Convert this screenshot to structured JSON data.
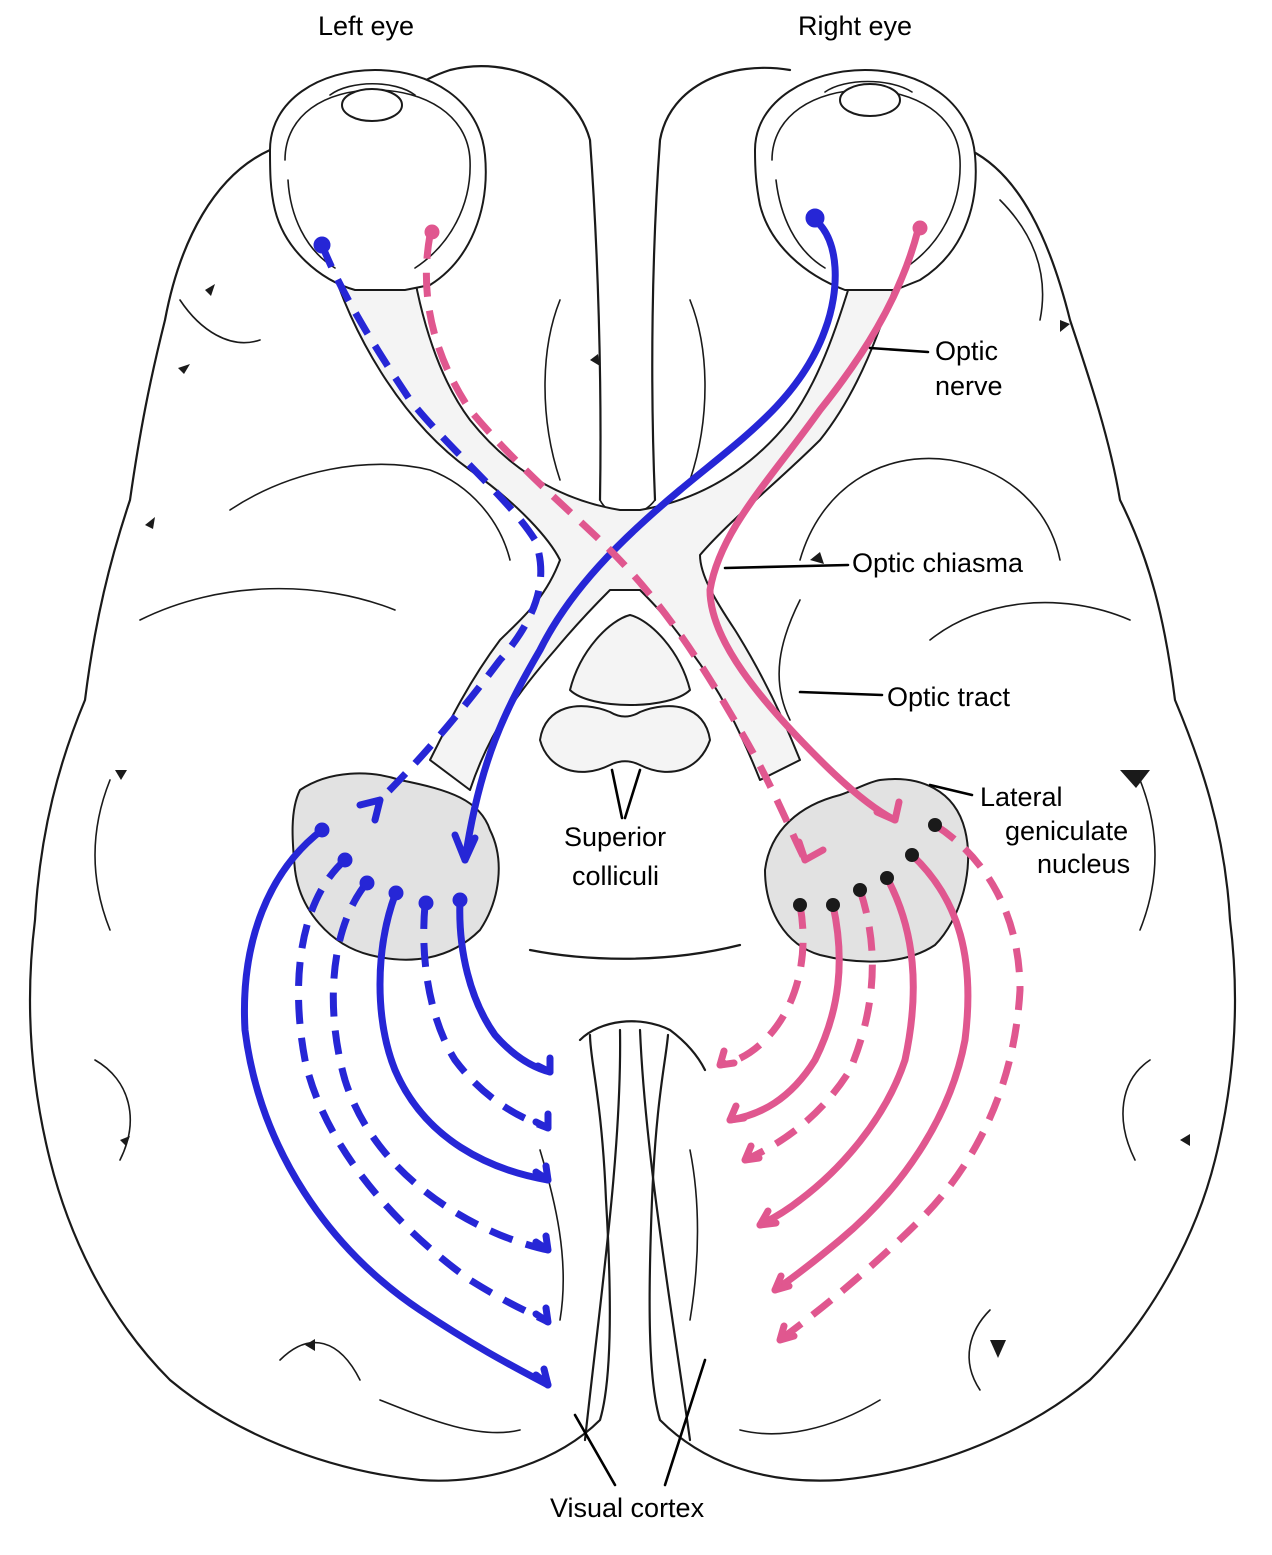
{
  "labels": {
    "left_eye": "Left eye",
    "right_eye": "Right eye",
    "optic_nerve_1": "Optic",
    "optic_nerve_2": "nerve",
    "optic_chiasma": "Optic chiasma",
    "optic_tract": "Optic tract",
    "lgn_1": "Lateral",
    "lgn_2": "geniculate",
    "lgn_3": "nucleus",
    "sup_coll_1": "Superior",
    "sup_coll_2": "colliculi",
    "visual_cortex": "Visual cortex"
  },
  "colors": {
    "left_eye_fibers": "#2626d6",
    "right_eye_fibers": "#e0578f",
    "outline": "#1a1a1a",
    "background": "#ffffff"
  }
}
